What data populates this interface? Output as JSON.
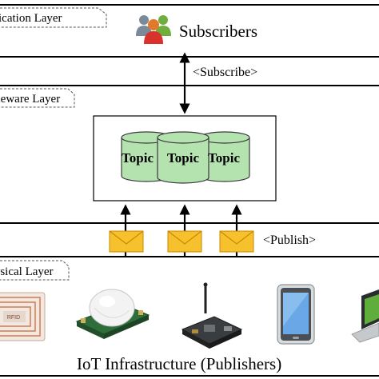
{
  "layers": {
    "application": "Application Layer",
    "middleware": "Middleware Layer",
    "physical": "Physical Layer"
  },
  "subscribers_label": "Subscribers",
  "subscribe_label": "<Subscribe>",
  "publish_label": "<Publish>",
  "topics": [
    "Topic",
    "Topic",
    "Topic"
  ],
  "publishers_label": "IoT Infrastructure (Publishers)",
  "rfid_tag_text": "RFID",
  "colors": {
    "line": "#000000",
    "topic_fill": "#b5e3b0",
    "topic_stroke": "#3a3a3a",
    "envelope_fill": "#f7c02d",
    "envelope_stroke": "#c98a00"
  }
}
